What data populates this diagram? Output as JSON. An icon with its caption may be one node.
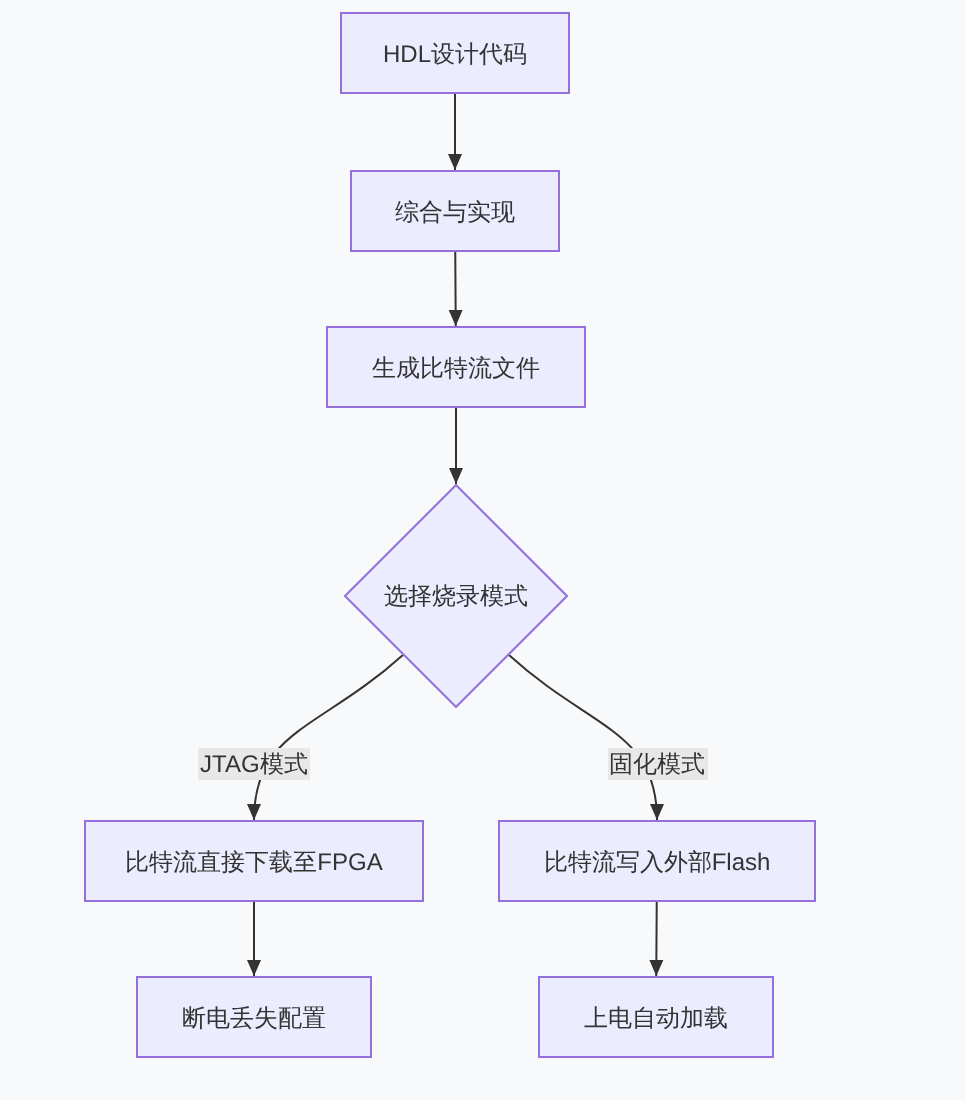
{
  "diagram": {
    "nodes": [
      {
        "text": [
          "HDL设计代码"
        ]
      },
      {
        "text": [
          "综合与实现"
        ]
      },
      {
        "text": [
          "生成比特流文件"
        ]
      },
      {
        "text": [
          "选择烧录模式"
        ]
      },
      {
        "text": [
          "比特流直接下载至FPGA"
        ]
      },
      {
        "text": [
          "比特流写入外部Flash"
        ]
      },
      {
        "text": [
          "断电丢失配置"
        ]
      },
      {
        "text": [
          "上电自动加载"
        ]
      }
    ],
    "edges": [
      {
        "from": 0,
        "to": 1,
        "arrow": "to"
      },
      {
        "from": 1,
        "to": 2,
        "arrow": "to"
      },
      {
        "from": 2,
        "to": 3,
        "arrow": "to"
      },
      {
        "from": 3,
        "to": 4,
        "arrow": "to",
        "label": "JTAG模式"
      },
      {
        "from": 3,
        "to": 5,
        "arrow": "to",
        "label": "固化模式"
      },
      {
        "from": 4,
        "to": 6,
        "arrow": "to"
      },
      {
        "from": 5,
        "to": 7,
        "arrow": "to"
      }
    ]
  }
}
